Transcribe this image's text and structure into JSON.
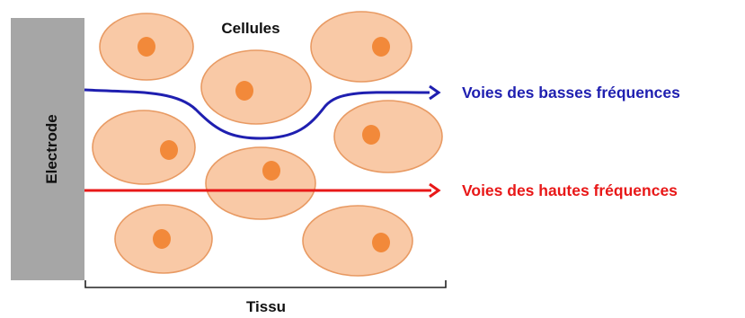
{
  "labels": {
    "cells": "Cellules",
    "electrode": "Electrode",
    "tissue": "Tissu",
    "low_freq_path": "Voies des basses fréquences",
    "high_freq_path": "Voies des hautes fréquences"
  },
  "colors": {
    "low_freq": "#1f1fb0",
    "high_freq": "#e81818",
    "cell_fill": "#f9c9a6",
    "cell_stroke": "#e89a63",
    "nucleus": "#f2893a",
    "electrode": "#a6a6a6"
  }
}
